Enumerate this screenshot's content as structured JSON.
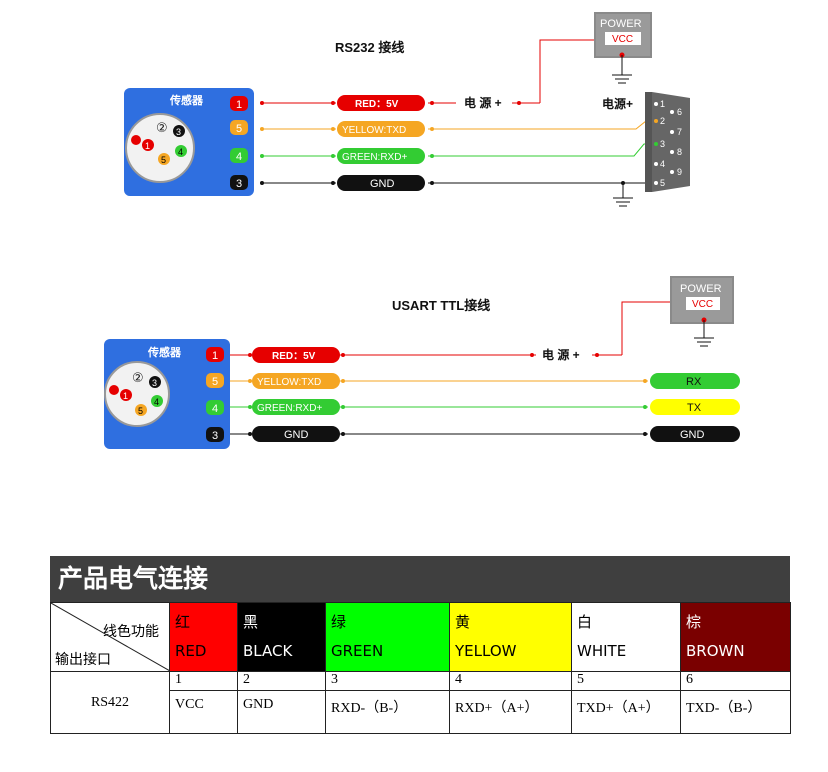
{
  "rs232": {
    "title": "RS232 接线",
    "sensor_label": "传感器",
    "pins": [
      "1",
      "5",
      "4",
      "3"
    ],
    "connector_pins": [
      "②",
      "3",
      "1",
      "4",
      "5"
    ],
    "wires": [
      "RED：5V",
      "YELLOW:TXD",
      "GREEN:RXD+",
      "GND"
    ],
    "power_plus": "电 源 +",
    "power_label": "POWER",
    "vcc_label": "VCC",
    "db9_label": "电源+",
    "db9_pins": [
      "1",
      "2",
      "3",
      "4",
      "5",
      "6",
      "7",
      "8",
      "9"
    ]
  },
  "ttl": {
    "title": "USART TTL接线",
    "sensor_label": "传感器",
    "pins": [
      "1",
      "5",
      "4",
      "3"
    ],
    "wires": [
      "RED：5V",
      "YELLOW:TXD",
      "GREEN:RXD+",
      "GND"
    ],
    "power_plus": "电 源 +",
    "power_label": "POWER",
    "vcc_label": "VCC",
    "targets": [
      "RX",
      "TX",
      "GND"
    ]
  },
  "table": {
    "title": "产品电气连接",
    "corner_top": "线色功能",
    "corner_bottom": "输出接口",
    "columns": [
      {
        "cn": "红",
        "en": "RED",
        "bg": "#ff0000",
        "fg": "#000000"
      },
      {
        "cn": "黑",
        "en": "BLACK",
        "bg": "#000000",
        "fg": "#ffffff"
      },
      {
        "cn": "绿",
        "en": "GREEN",
        "bg": "#00ff00",
        "fg": "#000000"
      },
      {
        "cn": "黄",
        "en": "YELLOW",
        "bg": "#ffff00",
        "fg": "#000000"
      },
      {
        "cn": "白",
        "en": "WHITE",
        "bg": "#ffffff",
        "fg": "#000000"
      },
      {
        "cn": "棕",
        "en": "BROWN",
        "bg": "#7a0000",
        "fg": "#ffffff"
      }
    ],
    "row_label": "RS422",
    "numbers": [
      "1",
      "2",
      "3",
      "4",
      "5",
      "6"
    ],
    "values": [
      "VCC",
      "GND",
      "RXD-（B-）",
      "RXD+（A+）",
      "TXD+（A+）",
      "TXD-（B-）"
    ]
  },
  "colors": {
    "sensor_blue": "#2f6fe0",
    "red": "#e60000",
    "yellow": "#f5a623",
    "green": "#33cc33",
    "black": "#111111",
    "db9_gray": "#666666"
  }
}
